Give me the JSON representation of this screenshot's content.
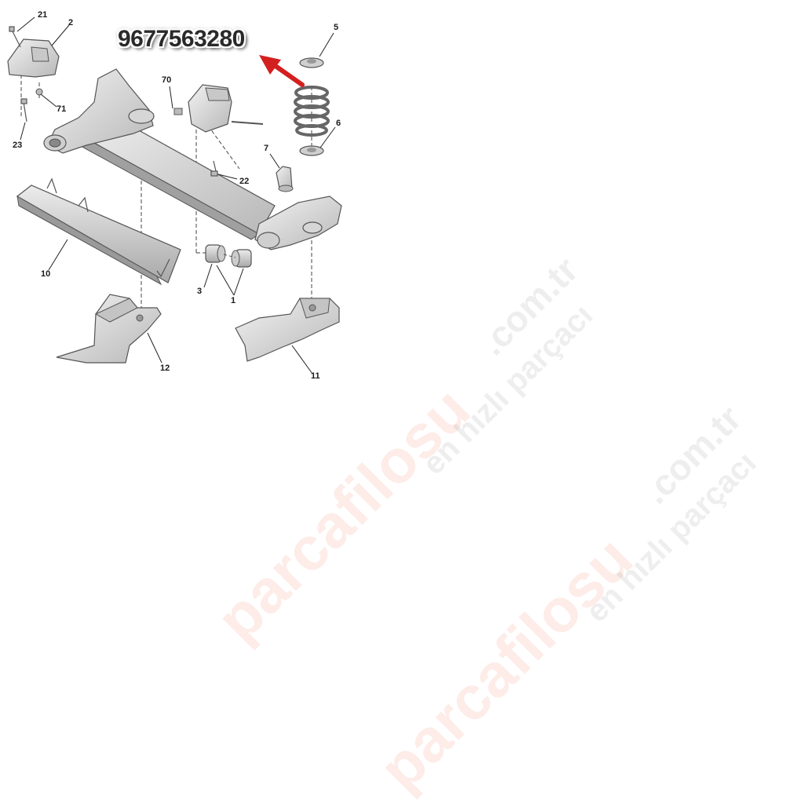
{
  "part_number": "9677563280",
  "callouts": {
    "c21": "21",
    "c2": "2",
    "c71": "71",
    "c23": "23",
    "c70": "70",
    "c22": "22",
    "c5": "5",
    "c6": "6",
    "c7": "7",
    "c10": "10",
    "c3": "3",
    "c1": "1",
    "c12": "12",
    "c11": "11"
  },
  "watermark": {
    "brand": "parcafilosu",
    "tld": ".com.tr",
    "tagline": "en hızlı parçacı"
  },
  "colors": {
    "arrow": "#d41f1f",
    "part_fill": "#dcdcdc",
    "part_stroke": "#555555",
    "watermark_brand": "#f0785a"
  }
}
